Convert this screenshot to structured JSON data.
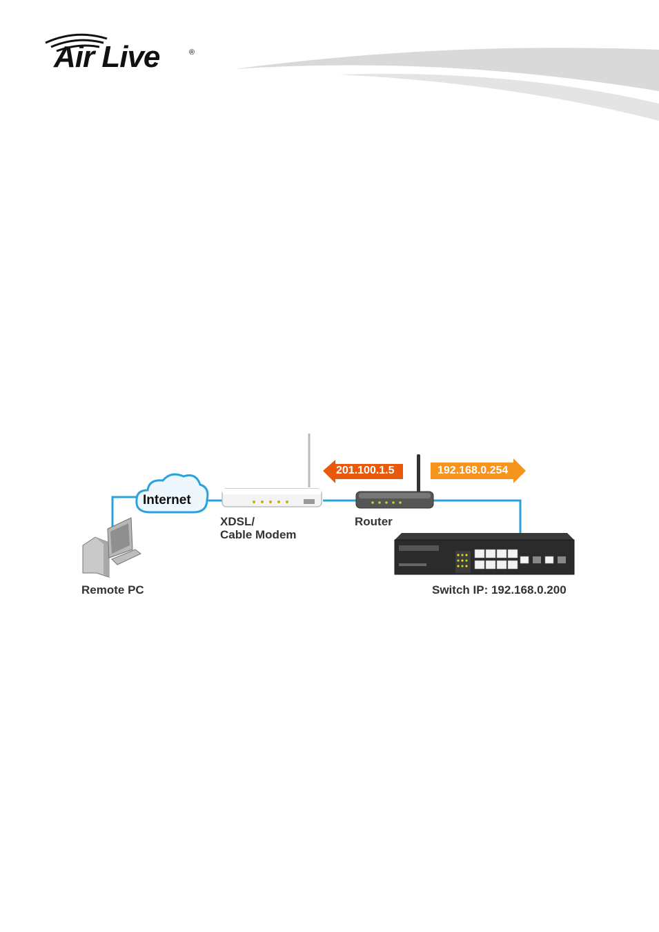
{
  "header": {
    "logo_text": "Air Live",
    "logo_registered": "®"
  },
  "diagram": {
    "cloud_label": "Internet",
    "remote_pc_label": "Remote PC",
    "modem_label_line1": "XDSL/",
    "modem_label_line2": "Cable Modem",
    "router_label": "Router",
    "switch_label": "Switch IP: 192.168.0.200",
    "router_wan_ip": "201.100.1.5",
    "router_lan_ip": "192.168.0.254"
  },
  "colors": {
    "link_line": "#29a3dc",
    "arrow_dark": "#e8590c",
    "arrow_light": "#f7941d",
    "swoosh": "#d9d9d9"
  }
}
